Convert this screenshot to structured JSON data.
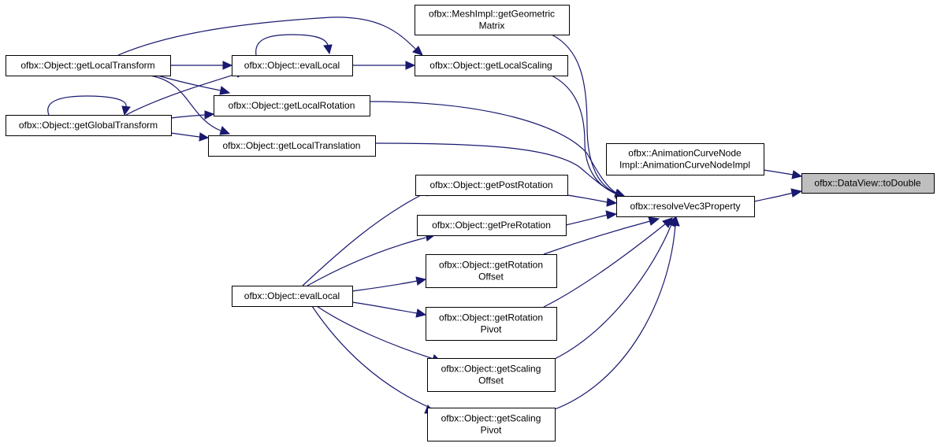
{
  "graph": {
    "nodes": [
      {
        "id": "dv_todouble",
        "lines": [
          "ofbx::DataView::toDouble"
        ],
        "highlight": true
      },
      {
        "id": "anim_curve",
        "lines": [
          "ofbx::AnimationCurveNode",
          "Impl::AnimationCurveNodeImpl"
        ]
      },
      {
        "id": "resolve",
        "lines": [
          "ofbx::resolveVec3Property"
        ]
      },
      {
        "id": "mesh_geom",
        "lines": [
          "ofbx::MeshImpl::getGeometric",
          "Matrix"
        ]
      },
      {
        "id": "local_scaling",
        "lines": [
          "ofbx::Object::getLocalScaling"
        ]
      },
      {
        "id": "eval_local_top",
        "lines": [
          "ofbx::Object::evalLocal"
        ]
      },
      {
        "id": "local_transform",
        "lines": [
          "ofbx::Object::getLocalTransform"
        ]
      },
      {
        "id": "global_transform",
        "lines": [
          "ofbx::Object::getGlobalTransform"
        ]
      },
      {
        "id": "local_rotation",
        "lines": [
          "ofbx::Object::getLocalRotation"
        ]
      },
      {
        "id": "local_translation",
        "lines": [
          "ofbx::Object::getLocalTranslation"
        ]
      },
      {
        "id": "post_rotation",
        "lines": [
          "ofbx::Object::getPostRotation"
        ]
      },
      {
        "id": "pre_rotation",
        "lines": [
          "ofbx::Object::getPreRotation"
        ]
      },
      {
        "id": "rotation_offset",
        "lines": [
          "ofbx::Object::getRotation",
          "Offset"
        ]
      },
      {
        "id": "rotation_pivot",
        "lines": [
          "ofbx::Object::getRotation",
          "Pivot"
        ]
      },
      {
        "id": "scaling_offset",
        "lines": [
          "ofbx::Object::getScaling",
          "Offset"
        ]
      },
      {
        "id": "scaling_pivot",
        "lines": [
          "ofbx::Object::getScaling",
          "Pivot"
        ]
      },
      {
        "id": "eval_local_bottom",
        "lines": [
          "ofbx::Object::evalLocal"
        ]
      }
    ],
    "edges": [
      {
        "id": "e-anim-todouble",
        "from": "anim_curve",
        "to": "dv_todouble"
      },
      {
        "id": "e-resolve-todouble",
        "from": "resolve",
        "to": "dv_todouble"
      },
      {
        "id": "e-mesh-resolve",
        "from": "mesh_geom",
        "to": "resolve"
      },
      {
        "id": "e-scaling-resolve",
        "from": "local_scaling",
        "to": "resolve"
      },
      {
        "id": "e-rotation-resolve",
        "from": "local_rotation",
        "to": "resolve"
      },
      {
        "id": "e-translation-resolve",
        "from": "local_translation",
        "to": "resolve"
      },
      {
        "id": "e-postrot-resolve",
        "from": "post_rotation",
        "to": "resolve"
      },
      {
        "id": "e-prerot-resolve",
        "from": "pre_rotation",
        "to": "resolve"
      },
      {
        "id": "e-rotoffset-resolve",
        "from": "rotation_offset",
        "to": "resolve"
      },
      {
        "id": "e-rotpivot-resolve",
        "from": "rotation_pivot",
        "to": "resolve"
      },
      {
        "id": "e-scaloffset-resolve",
        "from": "scaling_offset",
        "to": "resolve"
      },
      {
        "id": "e-scalpivot-resolve",
        "from": "scaling_pivot",
        "to": "resolve"
      },
      {
        "id": "e-evaltop-scaling",
        "from": "eval_local_top",
        "to": "local_scaling"
      },
      {
        "id": "e-localtf-scaling",
        "from": "local_transform",
        "to": "local_scaling"
      },
      {
        "id": "e-evaltop-self",
        "from": "eval_local_top",
        "to": "eval_local_top"
      },
      {
        "id": "e-localtf-evaltop",
        "from": "local_transform",
        "to": "eval_local_top"
      },
      {
        "id": "e-globaltf-evaltop",
        "from": "global_transform",
        "to": "eval_local_top"
      },
      {
        "id": "e-localtf-rotation",
        "from": "local_transform",
        "to": "local_rotation"
      },
      {
        "id": "e-localtf-translation",
        "from": "local_transform",
        "to": "local_translation"
      },
      {
        "id": "e-globaltf-rotation",
        "from": "global_transform",
        "to": "local_rotation"
      },
      {
        "id": "e-globaltf-translation",
        "from": "global_transform",
        "to": "local_translation"
      },
      {
        "id": "e-globaltf-self",
        "from": "global_transform",
        "to": "global_transform"
      },
      {
        "id": "e-evalbot-postrot",
        "from": "eval_local_bottom",
        "to": "post_rotation"
      },
      {
        "id": "e-evalbot-prerot",
        "from": "eval_local_bottom",
        "to": "pre_rotation"
      },
      {
        "id": "e-evalbot-rotoffset",
        "from": "eval_local_bottom",
        "to": "rotation_offset"
      },
      {
        "id": "e-evalbot-rotpivot",
        "from": "eval_local_bottom",
        "to": "rotation_pivot"
      },
      {
        "id": "e-evalbot-scaloffset",
        "from": "eval_local_bottom",
        "to": "scaling_offset"
      },
      {
        "id": "e-evalbot-scalpivot",
        "from": "eval_local_bottom",
        "to": "scaling_pivot"
      }
    ]
  },
  "colors": {
    "edge": "#191970",
    "node_border": "#000000",
    "node_fill": "#ffffff",
    "highlight_fill": "#bfbfbf"
  }
}
